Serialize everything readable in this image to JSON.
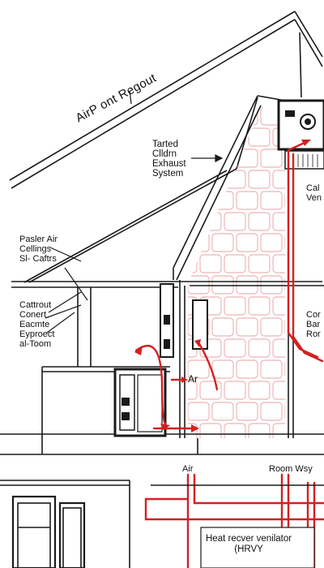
{
  "diagram": {
    "title": "AirP ont Regout",
    "labels": {
      "tanked_exhaust": "Tarted\nClldrn\nExhaust\nSystem",
      "paster_air": "Pasler Air\nCellings\nSl- Caftrs",
      "cattrout": "Cattrout\nConert\nEacmte\nEyproect\nal-Toom",
      "right_top": "Cal\nVen",
      "right_mid": "Cor\nBar\nRor",
      "arrow_air": "Ar",
      "air": "Air",
      "room_way": "Room Wsy",
      "hrv": "Heat recver venilator\n(HRVY"
    },
    "colors": {
      "line": "#1a1a1a",
      "duct": "#d42020",
      "tile": "#e8a0a0",
      "background": "#ffffff"
    }
  }
}
